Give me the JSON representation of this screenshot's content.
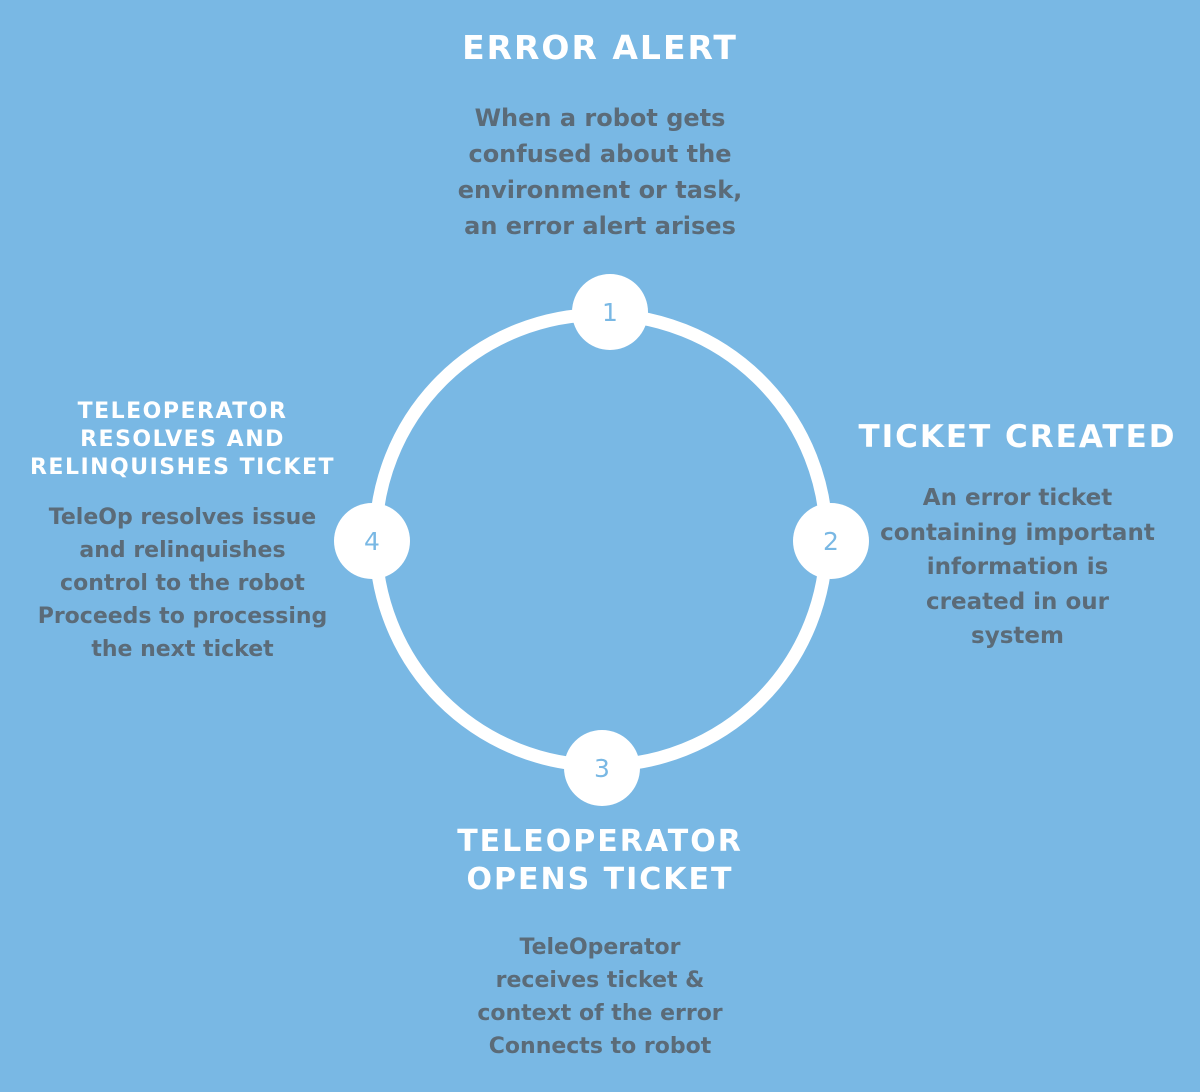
{
  "diagram": {
    "type": "cycle",
    "colors": {
      "background": "#79b8e4",
      "ring": "#ffffff",
      "node_number": "#79b8e4",
      "title": "#ffffff",
      "description": "#5b6b78"
    },
    "steps": [
      {
        "number": "1",
        "title_lines": [
          "ERROR ALERT"
        ],
        "description_lines": [
          "When a robot gets",
          "confused about the",
          "environment or task,",
          "an error alert arises"
        ]
      },
      {
        "number": "2",
        "title_lines": [
          "TICKET CREATED"
        ],
        "description_lines": [
          "An error ticket",
          "containing important",
          "information is",
          "created in our",
          "system"
        ]
      },
      {
        "number": "3",
        "title_lines": [
          "TELEOPERATOR",
          "OPENS TICKET"
        ],
        "description_lines": [
          "TeleOperator",
          "receives ticket &",
          "context of the error",
          "Connects to robot"
        ]
      },
      {
        "number": "4",
        "title_lines": [
          "TELEOPERATOR",
          "RESOLVES AND",
          "RELINQUISHES TICKET"
        ],
        "description_lines": [
          "TeleOp resolves issue",
          "and relinquishes",
          "control to the robot",
          "Proceeds to processing",
          "the next ticket"
        ]
      }
    ]
  }
}
